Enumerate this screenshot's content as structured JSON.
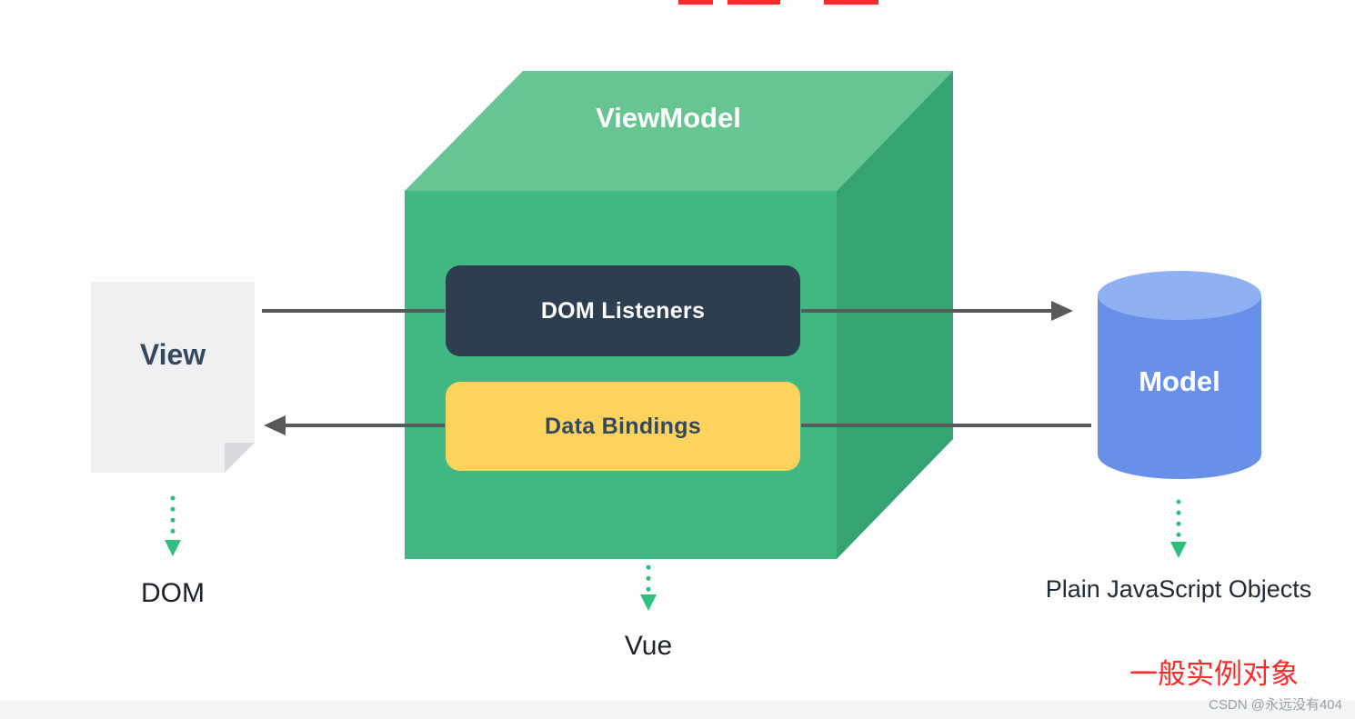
{
  "view": {
    "label": "View",
    "caption": "DOM"
  },
  "viewmodel": {
    "label": "ViewModel",
    "dom_listeners_label": "DOM Listeners",
    "data_bindings_label": "Data Bindings",
    "caption": "Vue"
  },
  "model": {
    "label": "Model",
    "caption": "Plain JavaScript Objects"
  },
  "annotation": {
    "label": "一般实例对象"
  },
  "watermark": {
    "label": "CSDN @永远没有404"
  },
  "colors": {
    "background": "#fdfdfd",
    "cube_front": "#41b883",
    "cube_top": "#67c594",
    "cube_side": "#35a372",
    "navy_box": "#2c3e50",
    "yellow_box": "#fcd35d",
    "paper": "#f0f0f2",
    "paper_fold": "#d9dadd",
    "cylinder": "#6990e9",
    "cylinder_top": "#8fb1f3",
    "arrow": "#58595b",
    "dotted": "#2fbf7f",
    "text_dark": "#35495e",
    "text_black": "#1d2228",
    "red": "#f92c2c",
    "watermark": "#9aa0a6"
  }
}
